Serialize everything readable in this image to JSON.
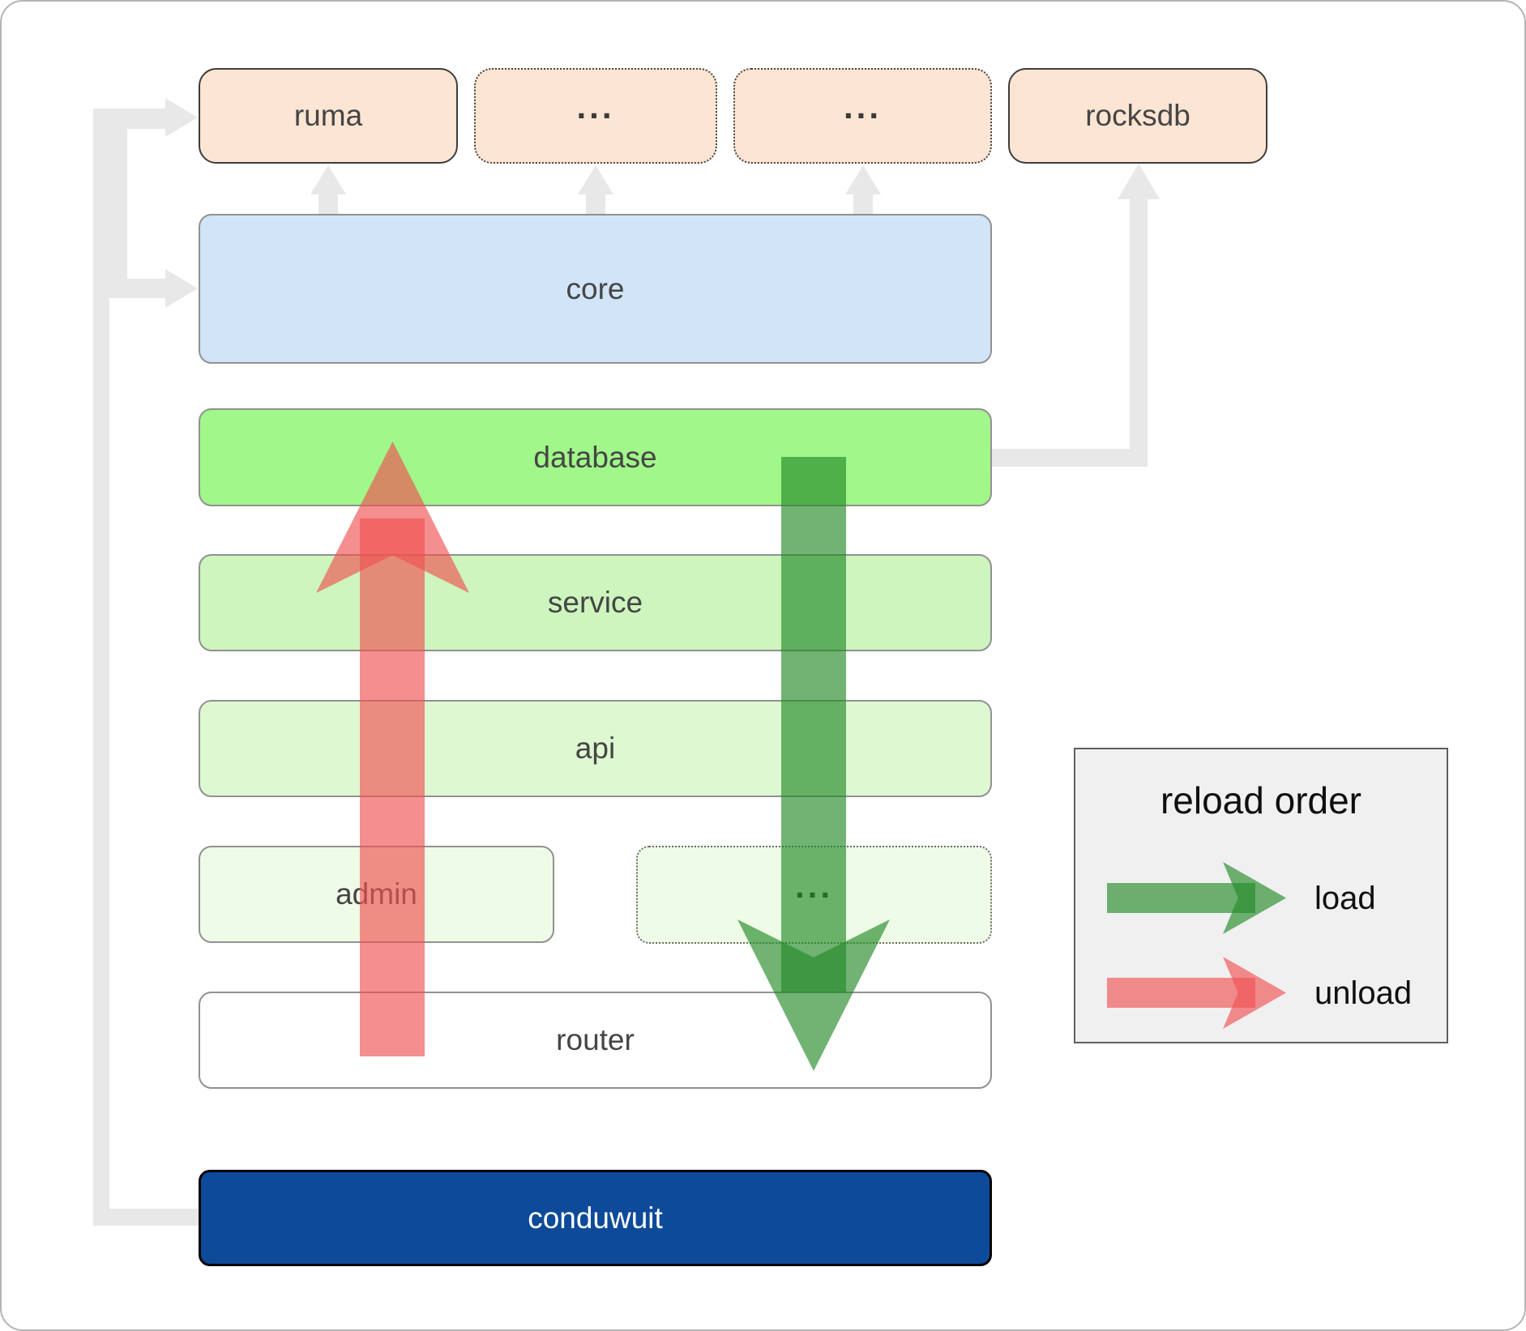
{
  "boxes": {
    "ruma": "ruma",
    "ellipsis_top_1": "...",
    "ellipsis_top_2": "...",
    "rocksdb": "rocksdb",
    "core": "core",
    "database": "database",
    "service": "service",
    "api": "api",
    "admin": "admin",
    "ellipsis_admin": "...",
    "router": "router",
    "conduwuit": "conduwuit"
  },
  "legend": {
    "title": "reload order",
    "load_label": "load",
    "unload_label": "unload"
  },
  "colors": {
    "peach": "#fde5d3",
    "core_blue": "#d2e4f7",
    "database_green": "#a1f78a",
    "service_green": "#cdf5bd",
    "api_green": "#def8d1",
    "admin_green": "#eefbe6",
    "router_white": "#ffffff",
    "conduwuit_navy": "#0e4a9a",
    "connector_gray": "#e8e8e8",
    "load_green": "rgba(35,138,40,0.65)",
    "unload_red": "rgba(240,82,82,0.65)",
    "legend_bg": "#f0f0f0"
  }
}
